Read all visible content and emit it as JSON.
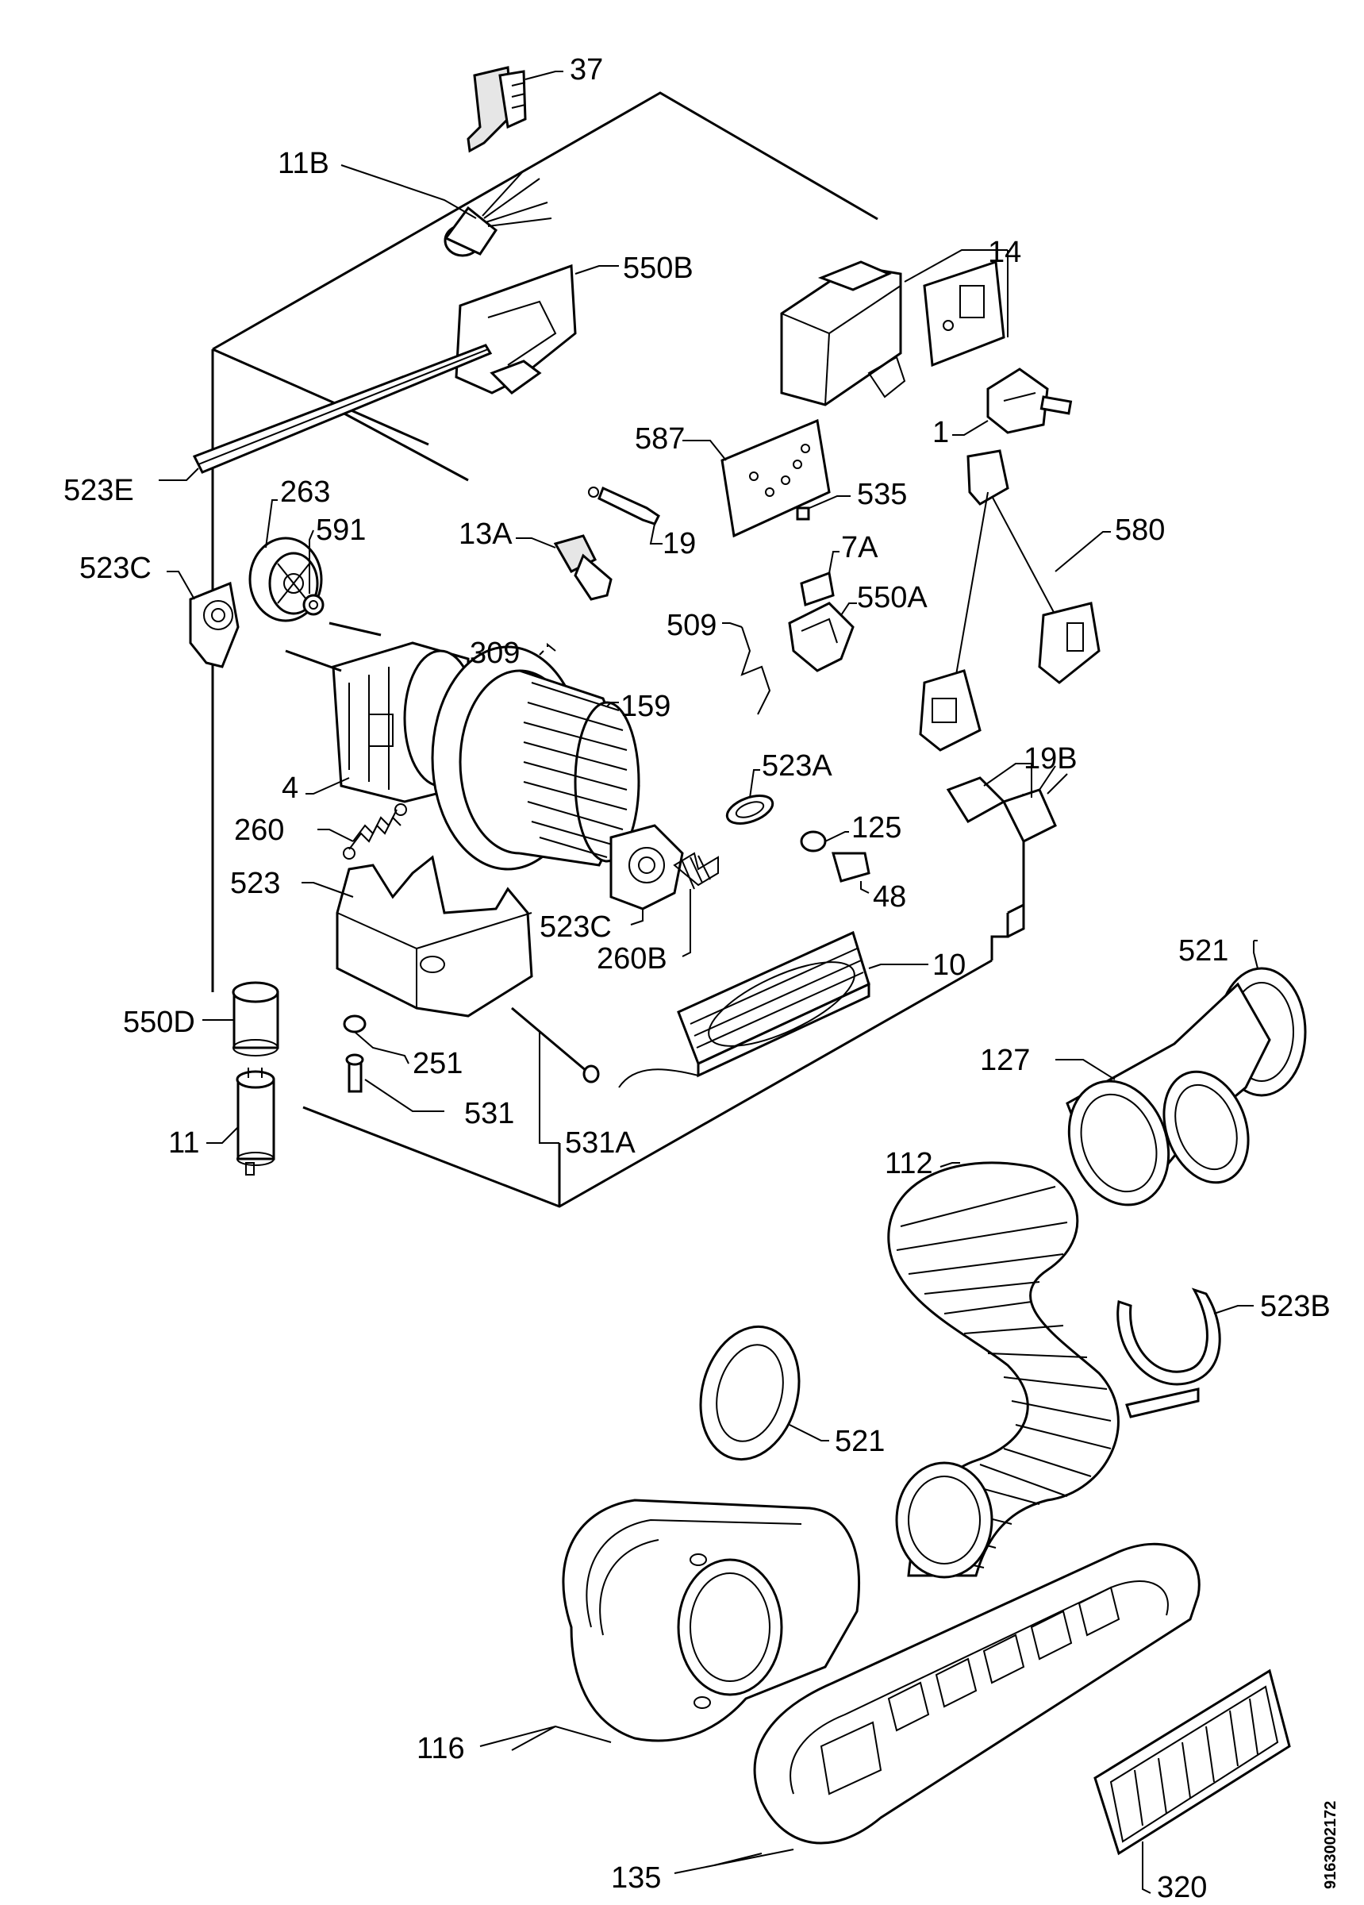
{
  "document_number": "9163002172",
  "labels": [
    {
      "id": "37",
      "text": "37"
    },
    {
      "id": "11b",
      "text": "11B"
    },
    {
      "id": "550b",
      "text": "550B"
    },
    {
      "id": "14",
      "text": "14"
    },
    {
      "id": "1",
      "text": "1"
    },
    {
      "id": "587",
      "text": "587"
    },
    {
      "id": "535",
      "text": "535"
    },
    {
      "id": "580",
      "text": "580"
    },
    {
      "id": "523e",
      "text": "523E"
    },
    {
      "id": "263",
      "text": "263"
    },
    {
      "id": "591",
      "text": "591"
    },
    {
      "id": "13a",
      "text": "13A"
    },
    {
      "id": "19",
      "text": "19"
    },
    {
      "id": "7a",
      "text": "7A"
    },
    {
      "id": "523c-top",
      "text": "523C"
    },
    {
      "id": "509",
      "text": "509"
    },
    {
      "id": "550a",
      "text": "550A"
    },
    {
      "id": "309",
      "text": "309"
    },
    {
      "id": "159",
      "text": "159"
    },
    {
      "id": "523a",
      "text": "523A"
    },
    {
      "id": "19b",
      "text": "19B"
    },
    {
      "id": "4",
      "text": "4"
    },
    {
      "id": "125",
      "text": "125"
    },
    {
      "id": "260",
      "text": "260"
    },
    {
      "id": "48",
      "text": "48"
    },
    {
      "id": "523",
      "text": "523"
    },
    {
      "id": "523c-bottom",
      "text": "523C"
    },
    {
      "id": "260b",
      "text": "260B"
    },
    {
      "id": "521-top",
      "text": "521"
    },
    {
      "id": "10",
      "text": "10"
    },
    {
      "id": "550d",
      "text": "550D"
    },
    {
      "id": "127",
      "text": "127"
    },
    {
      "id": "251",
      "text": "251"
    },
    {
      "id": "531",
      "text": "531"
    },
    {
      "id": "11",
      "text": "11"
    },
    {
      "id": "531a",
      "text": "531A"
    },
    {
      "id": "112",
      "text": "112"
    },
    {
      "id": "523b",
      "text": "523B"
    },
    {
      "id": "521-bottom",
      "text": "521"
    },
    {
      "id": "116",
      "text": "116"
    },
    {
      "id": "320",
      "text": "320"
    },
    {
      "id": "135",
      "text": "135"
    }
  ]
}
